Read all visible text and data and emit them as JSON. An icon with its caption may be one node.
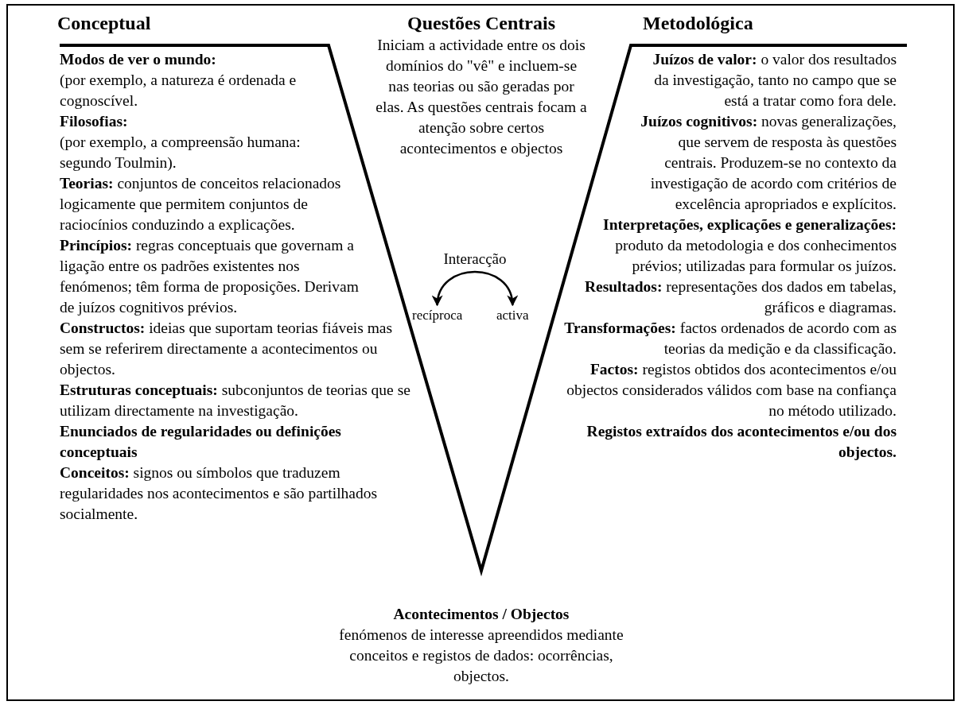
{
  "diagram": {
    "nodes": [
      {
        "text": [
          "recíproca"
        ]
      },
      {
        "text": [
          "activa"
        ]
      }
    ],
    "edges": [
      {
        "from": 0,
        "to": 1,
        "arrow": "both",
        "label": "Interacção"
      }
    ],
    "labels": [
      "Conceptual",
      "Questões Centrais",
      "Metodológica",
      "Iniciam a actividade entre os dois domínios do \"vê\" e incluem-se nas teorias ou são geradas por elas. As questões centrais focam a atenção sobre certos acontecimentos e objectos",
      "Modos de ver o mundo:",
      "(por exemplo, a natureza é ordenada e cognoscível.",
      "Filosofias:",
      "(por exemplo, a compreensão humana: segundo Toulmin).",
      "**Teorias:** conjuntos de conceitos relacionados logicamente que permitem conjuntos de raciocínios conduzindo a explicações.",
      "**Princípios:** regras conceptuais que governam a ligação entre os padrões existentes nos fenómenos; têm forma de proposições. Derivam de juízos cognitivos prévios.",
      "**Constructos:** ideias que suportam teorias fiáveis mas sem se referirem directamente a acontecimentos ou objectos.",
      "**Estruturas conceptuais:** subconjuntos de teorias que se utilizam directamente na investigação.",
      "Enunciados de regularidades ou definições conceptuais",
      "**Conceitos:** signos ou símbolos que traduzem regularidades nos acontecimentos e são partilhados socialmente.",
      "**Juízos de valor:** o valor dos resultados da investigação, tanto no campo que se está a tratar como fora dele.",
      "**Juízos cognitivos:** novas generalizações, que servem de resposta às questões centrais. Produzem-se no contexto da investigação de acordo com critérios de excelência apropriados e explícitos.",
      "**Interpretações, explicações e generalizações:** produto da metodologia e dos conhecimentos prévios; utilizadas para formular os juízos.",
      "**Resultados:** representações dos dados em tabelas, gráficos e diagramas.",
      "**Transformações:** factos ordenados de acordo com as teorias da medição e da classificação.",
      "**Factos:** registos obtidos dos acontecimentos e/ou objectos considerados válidos com base na confiança no método utilizado.",
      "Registos extraídos dos acontecimentos e/ou dos objectos.",
      "Acontecimentos / Objectos",
      "fenómenos de interesse apreendidos mediante conceitos e registos de dados: ocorrências, objectos."
    ]
  }
}
